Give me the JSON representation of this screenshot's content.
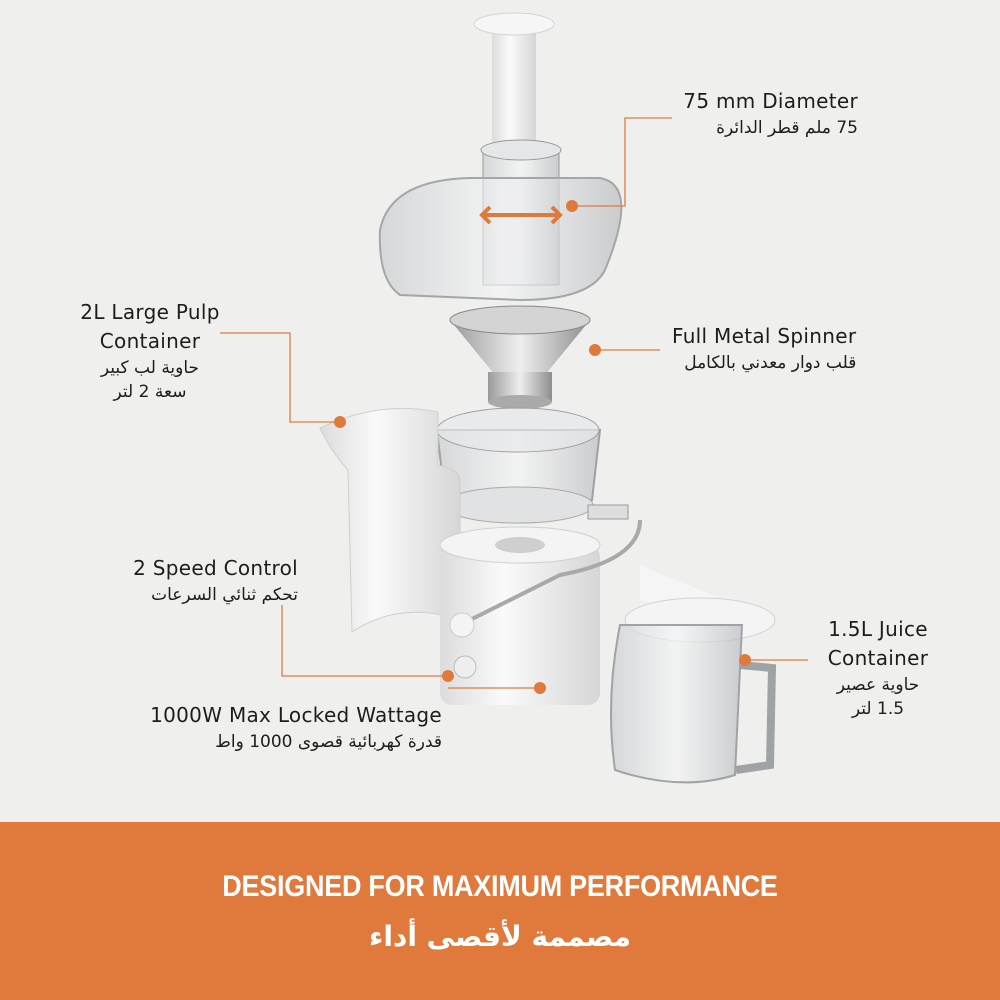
{
  "colors": {
    "background": "#efefed",
    "accent": "#e07a3c",
    "text": "#1d1d1d"
  },
  "callouts": {
    "diameter": {
      "en": "75 mm Diameter",
      "ar": "75 ملم قطر الدائرة"
    },
    "spinner": {
      "en": "Full Metal Spinner",
      "ar": "قلب دوار معدني بالكامل"
    },
    "pulp": {
      "en1": "2L Large Pulp",
      "en2": "Container",
      "ar1": "حاوية لب كبير",
      "ar2": "سعة 2 لتر"
    },
    "speed": {
      "en": "2 Speed Control",
      "ar": "تحكم ثنائي السرعات"
    },
    "wattage": {
      "en": "1000W Max Locked Wattage",
      "ar": "قدرة كهربائية قصوى 1000 واط"
    },
    "juice": {
      "en1": "1.5L Juice",
      "en2": "Container",
      "ar1": "حاوية عصير",
      "ar2": "1.5 لتر"
    }
  },
  "banner": {
    "en": "DESIGNED FOR MAXIMUM PERFORMANCE",
    "ar": "مصممة لأقصى أداء"
  }
}
